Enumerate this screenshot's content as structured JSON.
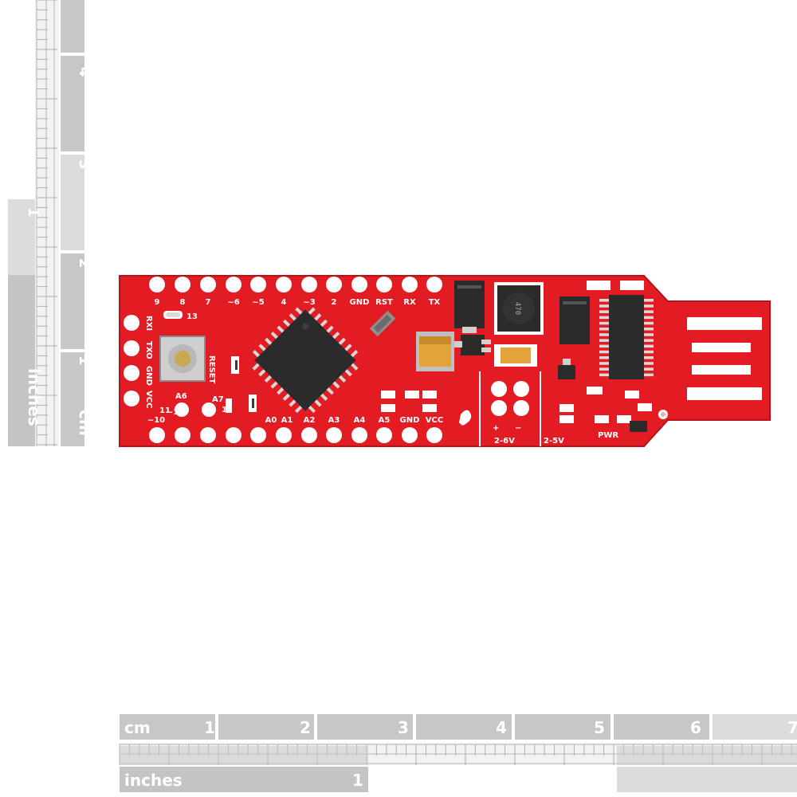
{
  "rulers": {
    "vertical": {
      "unit_cm": "cm",
      "unit_inches": "inches",
      "cm_numbers": [
        "1",
        "2",
        "3",
        "4"
      ],
      "inch_numbers": [
        "1"
      ]
    },
    "horizontal": {
      "unit_cm": "cm",
      "unit_inches": "inches",
      "cm_numbers": [
        "1",
        "2",
        "3",
        "4",
        "5",
        "6",
        "7"
      ],
      "inch_numbers": [
        "1"
      ]
    }
  },
  "board": {
    "top_pin_labels": [
      "9",
      "8",
      "7",
      "~6",
      "~5",
      "4",
      "~3",
      "2",
      "GND",
      "RST",
      "RX",
      "TX"
    ],
    "bottom_pin_labels": [
      "~10",
      "~11",
      "A0",
      "A1",
      "A2",
      "A3",
      "A4",
      "A5",
      "GND",
      "VCC"
    ],
    "side_pin_labels": [
      "RXI",
      "TXO",
      "GND",
      "VCC"
    ],
    "misc_labels": {
      "pin13": "13",
      "reset": "RESET",
      "a6": "A6",
      "a7": "A7",
      "pin12": "12",
      "pin11_side": "11",
      "inductor": "470",
      "plus": "+",
      "minus": "−",
      "range_left": "2-6V",
      "range_right": "2-5V",
      "pwr": "PWR"
    },
    "colors": {
      "pcb": "#e31c24",
      "pad": "#ffffff",
      "chip": "#2b2b2b",
      "tantalum": "#e2a33a"
    }
  }
}
